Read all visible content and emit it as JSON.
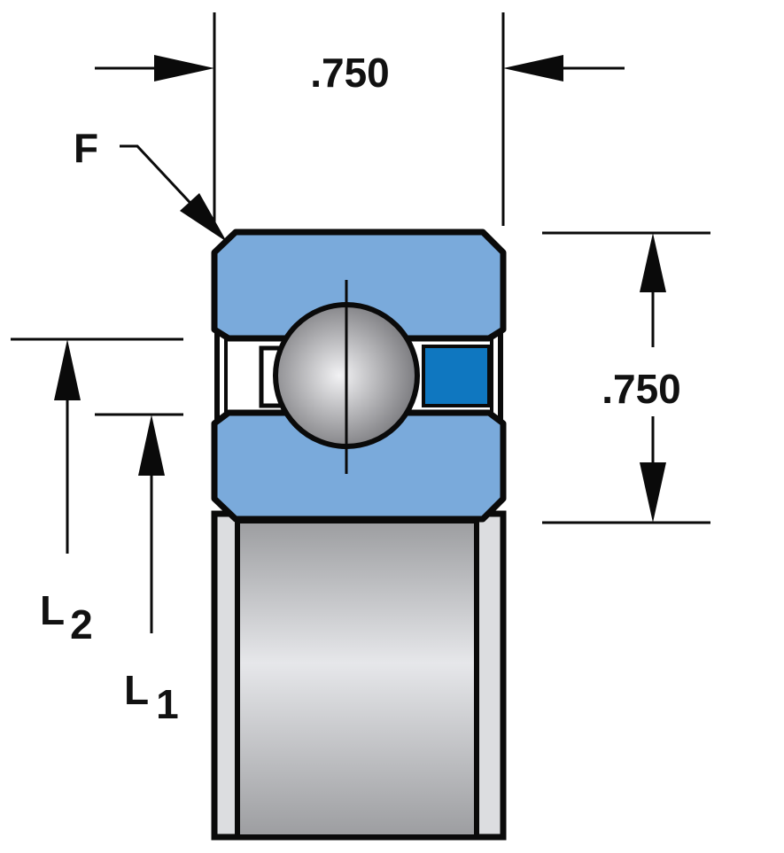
{
  "dimensions": {
    "width_label": ".750",
    "height_label": ".750"
  },
  "labels": {
    "chamfer": "F",
    "l2_letter": "L",
    "l2_sub": "2",
    "l1_letter": "L",
    "l1_sub": "1"
  },
  "colors": {
    "ring": "#7aaadb",
    "seal": "#0f77c0",
    "outline": "#0a0a0a"
  }
}
